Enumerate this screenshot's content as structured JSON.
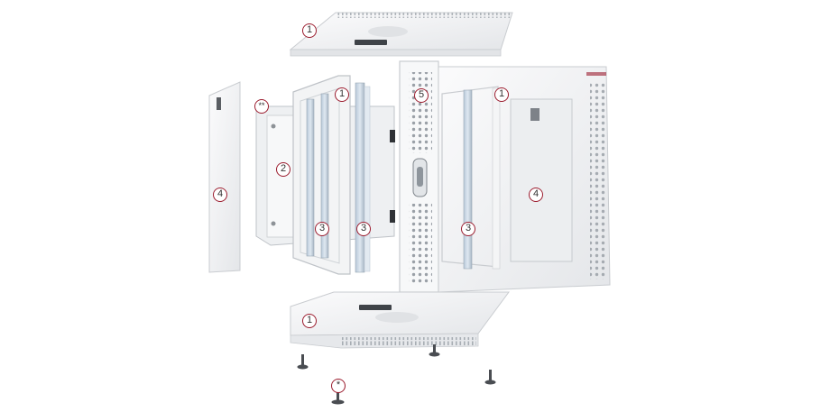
{
  "colors": {
    "accent": "#9b1c2e",
    "panel_light": "#f6f6f7",
    "panel_mid": "#e7e8ea",
    "panel_edge": "#c9ccd0",
    "rail_blue": "#c9d7e4",
    "rail_dark": "#9aa8b5",
    "shadow": "#b7bbc0",
    "foot": "#4a4d52"
  },
  "icons": {
    "vent": "vent-perforation-icon",
    "lock": "lock-handle-icon",
    "foot": "leveling-foot-icon"
  },
  "callouts": [
    {
      "id": "top-cover",
      "label": "1"
    },
    {
      "id": "side-panel-left",
      "label": "4"
    },
    {
      "id": "double-star-left",
      "label": "**"
    },
    {
      "id": "rear-frame",
      "label": "2"
    },
    {
      "id": "front-frame",
      "label": "1"
    },
    {
      "id": "rail-a",
      "label": "3"
    },
    {
      "id": "rail-b",
      "label": "3"
    },
    {
      "id": "door",
      "label": "5"
    },
    {
      "id": "right-frame",
      "label": "1"
    },
    {
      "id": "rail-c",
      "label": "3"
    },
    {
      "id": "side-panel-right",
      "label": "4"
    },
    {
      "id": "bottom-cover",
      "label": "1"
    },
    {
      "id": "feet",
      "label": "*"
    }
  ]
}
